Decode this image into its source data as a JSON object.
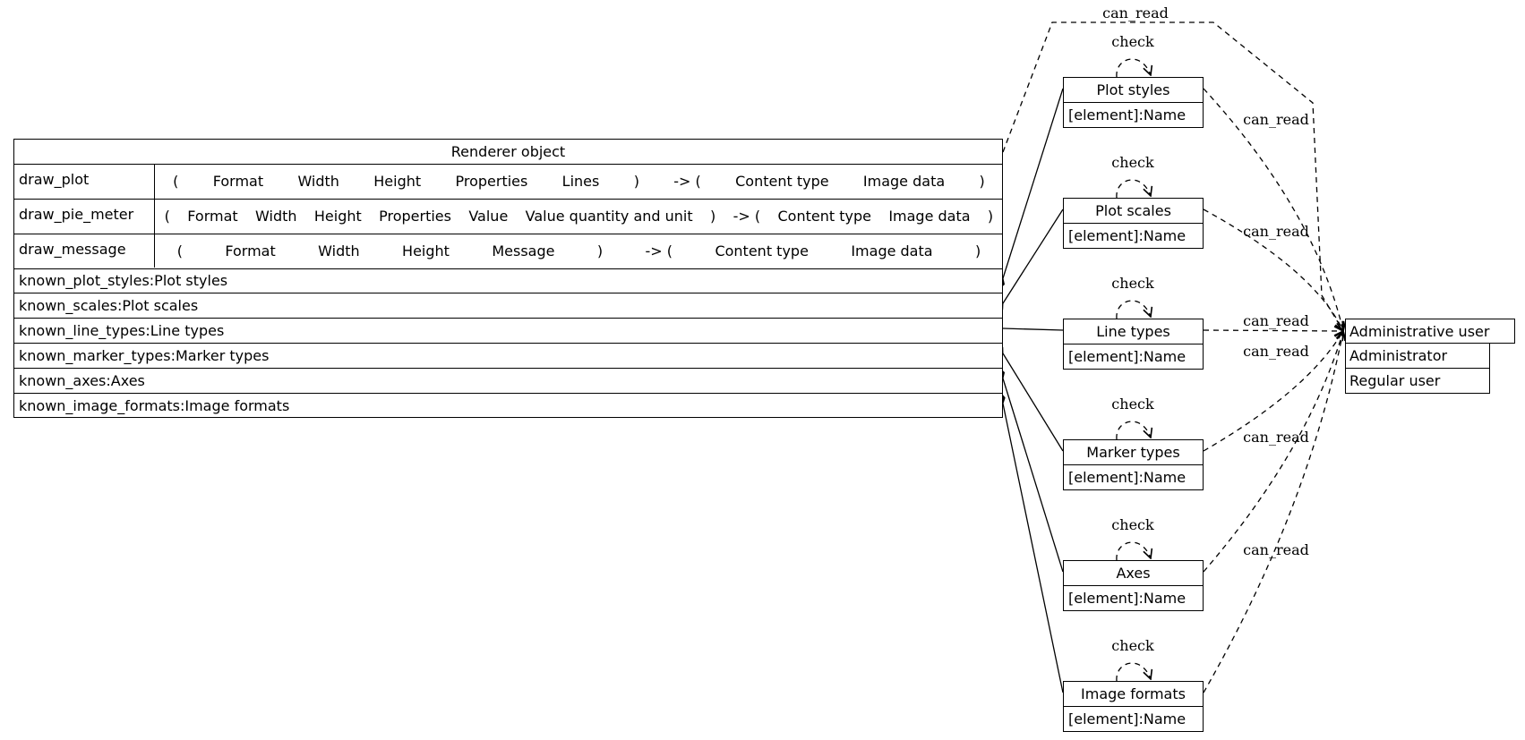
{
  "renderer": {
    "title": "Renderer object",
    "methods": [
      {
        "name": "draw_plot",
        "signature": [
          "(",
          "Format",
          "Width",
          "Height",
          "Properties",
          "Lines",
          ")",
          "-> (",
          "Content type",
          "Image data",
          ")"
        ]
      },
      {
        "name": "draw_pie_meter",
        "signature": [
          "(",
          "Format",
          "Width",
          "Height",
          "Properties",
          "Value",
          "Value quantity and unit",
          ")",
          "-> (",
          "Content type",
          "Image data",
          ")"
        ]
      },
      {
        "name": "draw_message",
        "signature": [
          "(",
          "Format",
          "Width",
          "Height",
          "Message",
          ")",
          "-> (",
          "Content type",
          "Image data",
          ")"
        ]
      }
    ],
    "fields": [
      "known_plot_styles:Plot styles",
      "known_scales:Plot scales",
      "known_line_types:Line types",
      "known_marker_types:Marker types",
      "known_axes:Axes",
      "known_image_formats:Image formats"
    ]
  },
  "enums": [
    {
      "title": "Plot styles",
      "field": "[element]:Name"
    },
    {
      "title": "Plot scales",
      "field": "[element]:Name"
    },
    {
      "title": "Line types",
      "field": "[element]:Name"
    },
    {
      "title": "Marker types",
      "field": "[element]:Name"
    },
    {
      "title": "Axes",
      "field": "[element]:Name"
    },
    {
      "title": "Image formats",
      "field": "[element]:Name"
    }
  ],
  "user": {
    "title": "Administrative user",
    "variants": [
      "Administrator",
      "Regular user"
    ]
  },
  "edge_labels": {
    "self": "check",
    "read": "can_read"
  }
}
